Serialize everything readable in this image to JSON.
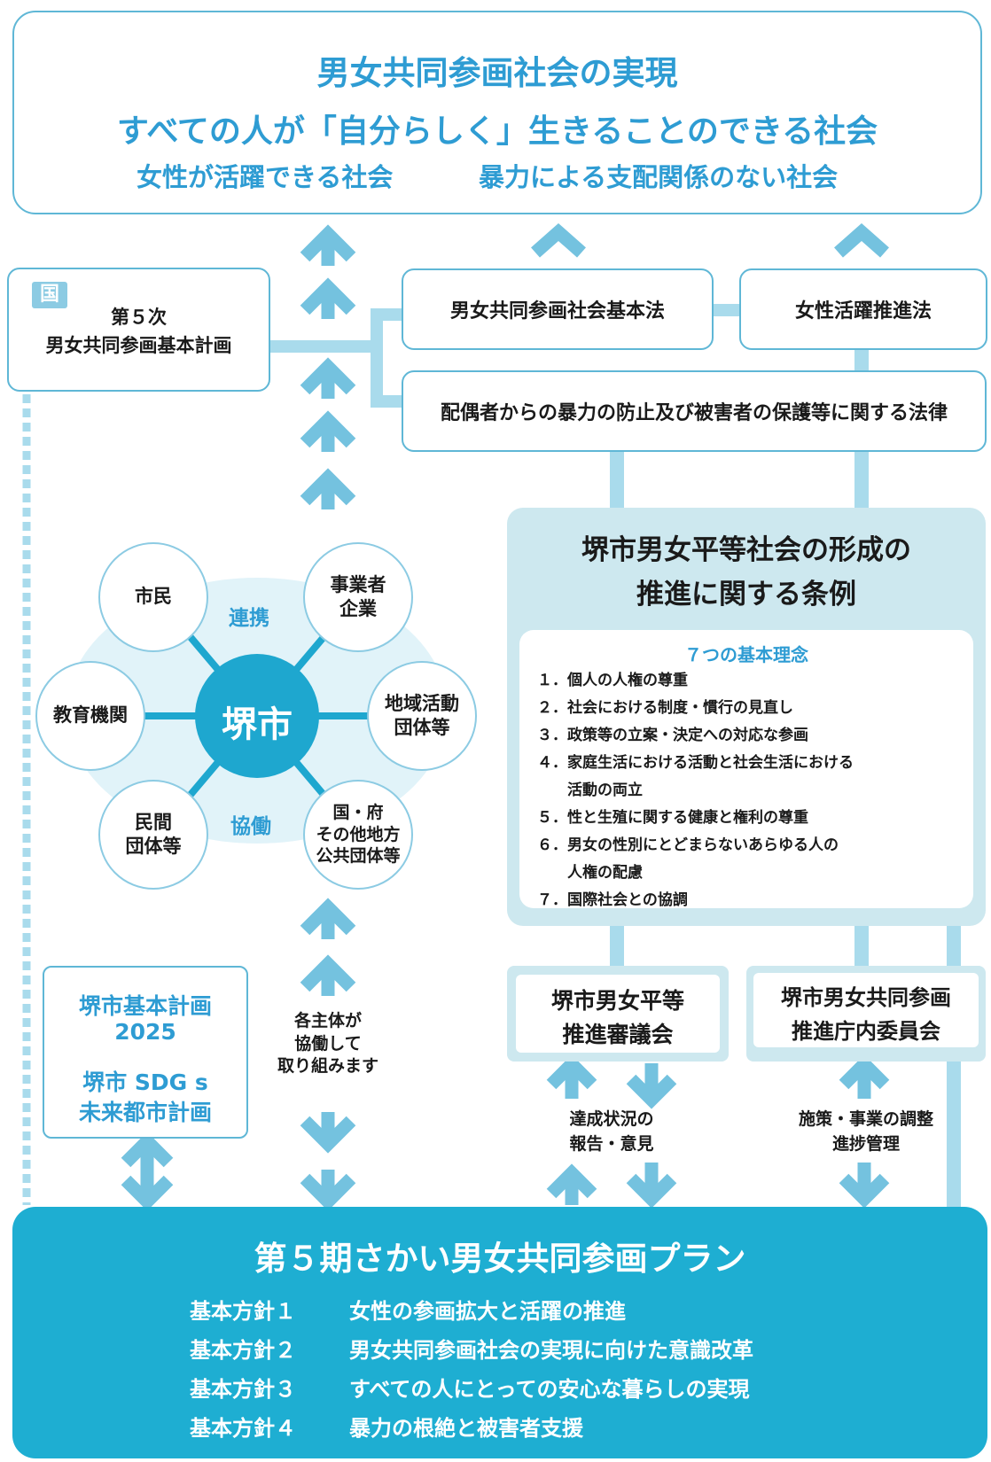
{
  "colors": {
    "accent": "#2e9cd3",
    "connector": "#a9dbec",
    "panel": "#cde8ef",
    "plan_bg": "#1eaed2",
    "hub": "#1ea7cf"
  },
  "goal": {
    "line1": "男女共同参画社会の実現",
    "line2": "すべての人が「自分らしく」生きることのできる社会",
    "line3a": "女性が活躍できる社会",
    "line3b": "暴力による支配関係のない社会"
  },
  "national": {
    "tag": "国",
    "plan_line1": "第５次",
    "plan_line2": "男女共同参画基本計画"
  },
  "laws": {
    "basic_law": "男女共同参画社会基本法",
    "women_law": "女性活躍推進法",
    "dv_law": "配偶者からの暴力の防止及び被害者の保護等に関する法律"
  },
  "hub": {
    "center": "堺市",
    "renkei": "連携",
    "kyodo": "協働",
    "nodes": [
      "市民",
      "事業者\n企業",
      "地域活動\n団体等",
      "国・府\nその他地方\n公共団体等",
      "民間\n団体等",
      "教育機関"
    ]
  },
  "ordinance": {
    "title_line1": "堺市男女平等社会の形成の",
    "title_line2": "推進に関する条例",
    "principles_heading": "７つの基本理念",
    "principles": [
      "１．個人の人権の尊重",
      "２．社会における制度・慣行の見直し",
      "３．政策等の立案・決定への対応な参画",
      "４．家庭生活における活動と社会生活における",
      "　　活動の両立",
      "５．性と生殖に関する健康と権利の尊重",
      "６．男女の性別にとどまらないあらゆる人の",
      "　　人権の配慮",
      "７．国際社会との協調"
    ]
  },
  "city_plans": {
    "line1": "堺市基本計画",
    "line2": "2025",
    "line3": "堺市 SDG s",
    "line4": "未来都市計画"
  },
  "cooperation_note": [
    "各主体が",
    "協働して",
    "取り組みます"
  ],
  "council": {
    "line1": "堺市男女平等",
    "line2": "推進審議会"
  },
  "committee": {
    "line1": "堺市男女共同参画",
    "line2": "推進庁内委員会"
  },
  "report_note": [
    "達成状況の",
    "報告・意見"
  ],
  "coord_note": [
    "施策・事業の調整",
    "進捗管理"
  ],
  "plan": {
    "title": "第５期さかい男女共同参画プラン",
    "policies": [
      {
        "label": "基本方針１",
        "text": "女性の参画拡大と活躍の推進"
      },
      {
        "label": "基本方針２",
        "text": "男女共同参画社会の実現に向けた意識改革"
      },
      {
        "label": "基本方針３",
        "text": "すべての人にとっての安心な暮らしの実現"
      },
      {
        "label": "基本方針４",
        "text": "暴力の根絶と被害者支援"
      }
    ]
  }
}
